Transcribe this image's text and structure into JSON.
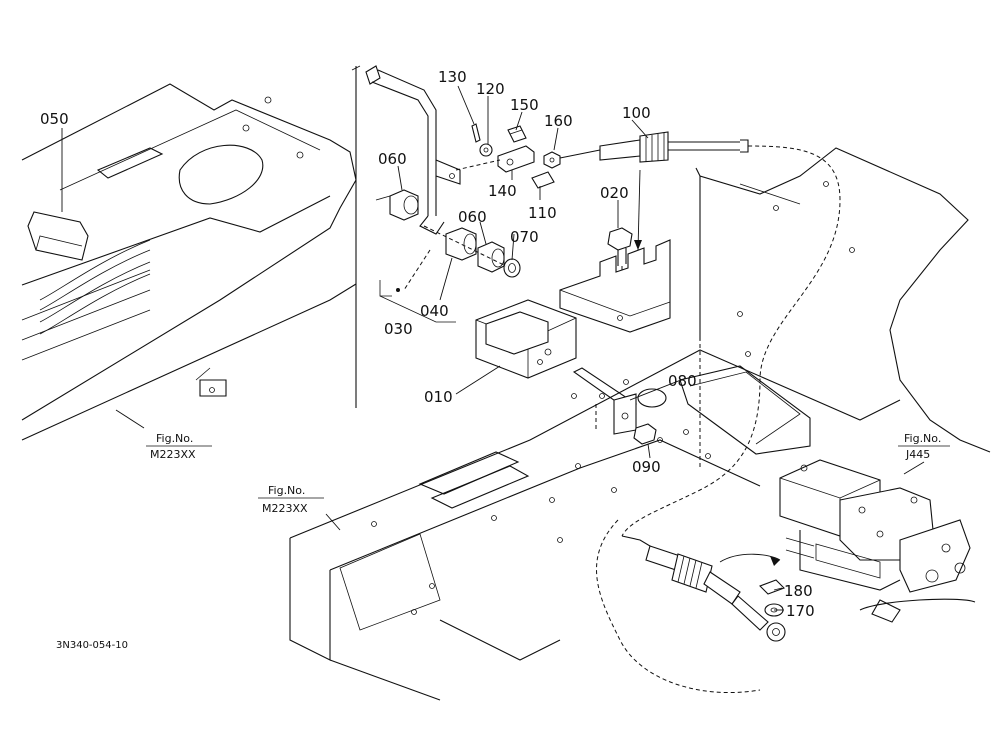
{
  "diagram": {
    "drawing_code": "3N340-054-10",
    "part_labels": [
      "050",
      "130",
      "120",
      "150",
      "100",
      "160",
      "060",
      "140",
      "110",
      "020",
      "060",
      "070",
      "040",
      "030",
      "010",
      "080",
      "090",
      "180",
      "170"
    ],
    "figure_refs": [
      {
        "title": "Fig.No.",
        "code": "M223XX"
      },
      {
        "title": "Fig.No.",
        "code": "M223XX"
      },
      {
        "title": "Fig.No.",
        "code": "J445"
      }
    ]
  }
}
